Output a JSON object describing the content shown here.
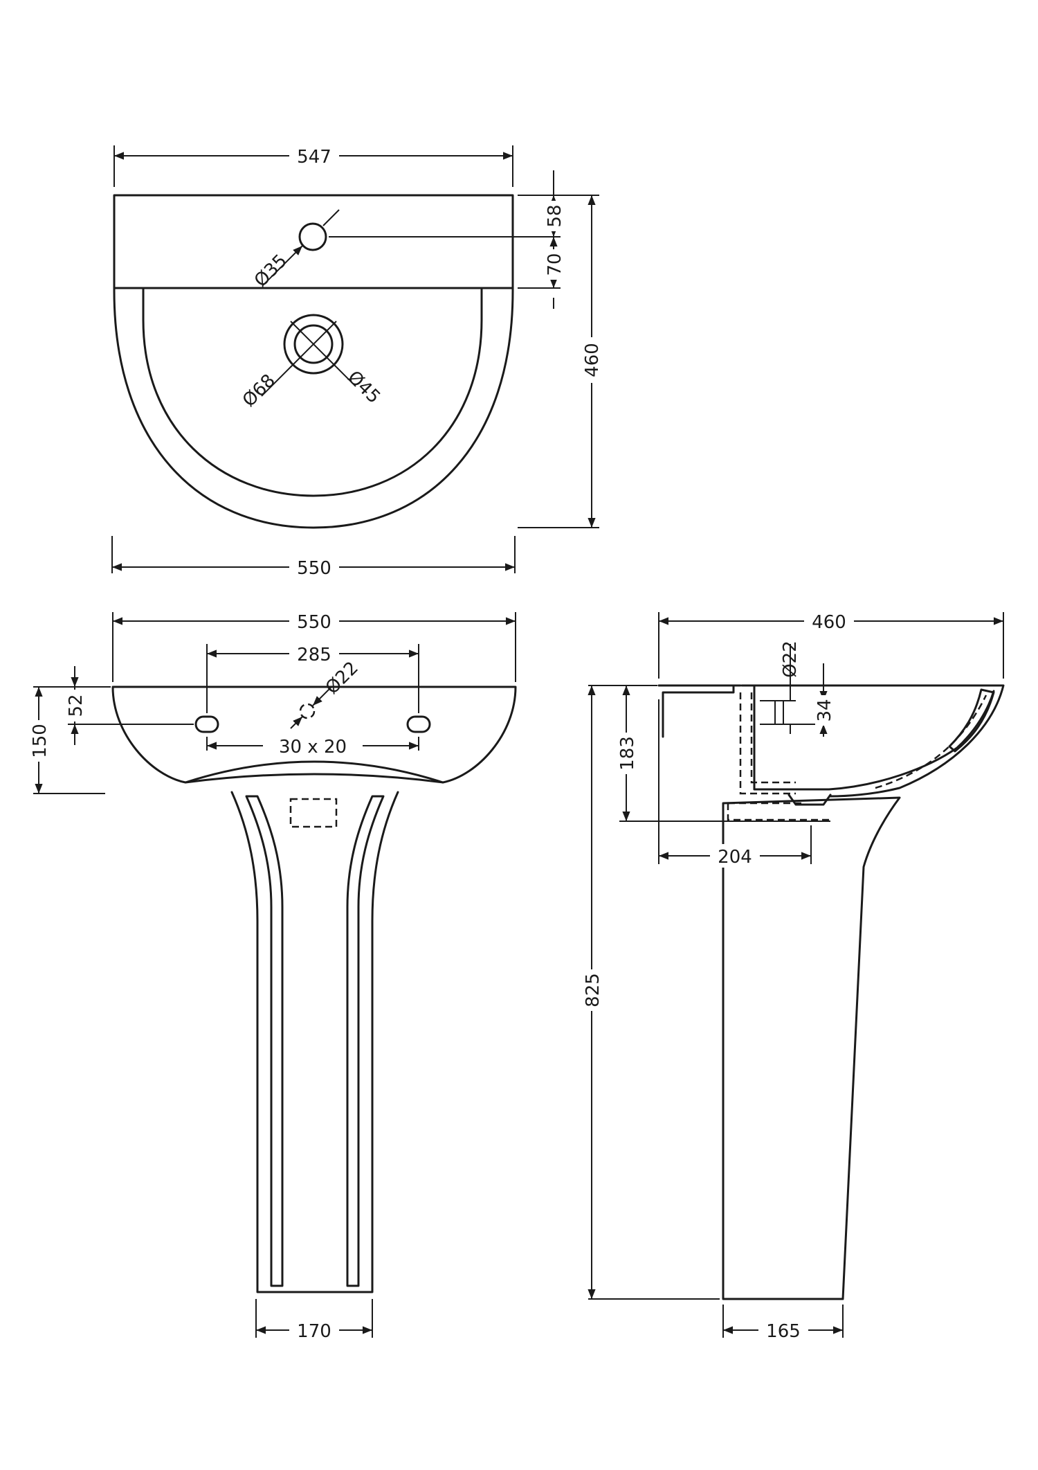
{
  "plan_view": {
    "top_width": "547",
    "bottom_width": "550",
    "depth": "460",
    "tap_hole_diameter": "Ø35",
    "waste_outer_diameter": "Ø68",
    "waste_inner_diameter": "Ø45",
    "tap_hole_offset": "58",
    "deck_depth": "70"
  },
  "front_view": {
    "basin_width": "550",
    "fixing_centres": "285",
    "fixing_hole_diameter": "Ø22",
    "fixing_hole_size": "30 x 20",
    "fixing_hole_drop": "52",
    "basin_height": "150",
    "pedestal_width": "170"
  },
  "side_view": {
    "basin_depth": "460",
    "waste_diameter": "Ø22",
    "waste_offset": "34",
    "trap_height": "183",
    "trap_projection": "204",
    "overall_height": "825",
    "pedestal_depth": "165"
  }
}
